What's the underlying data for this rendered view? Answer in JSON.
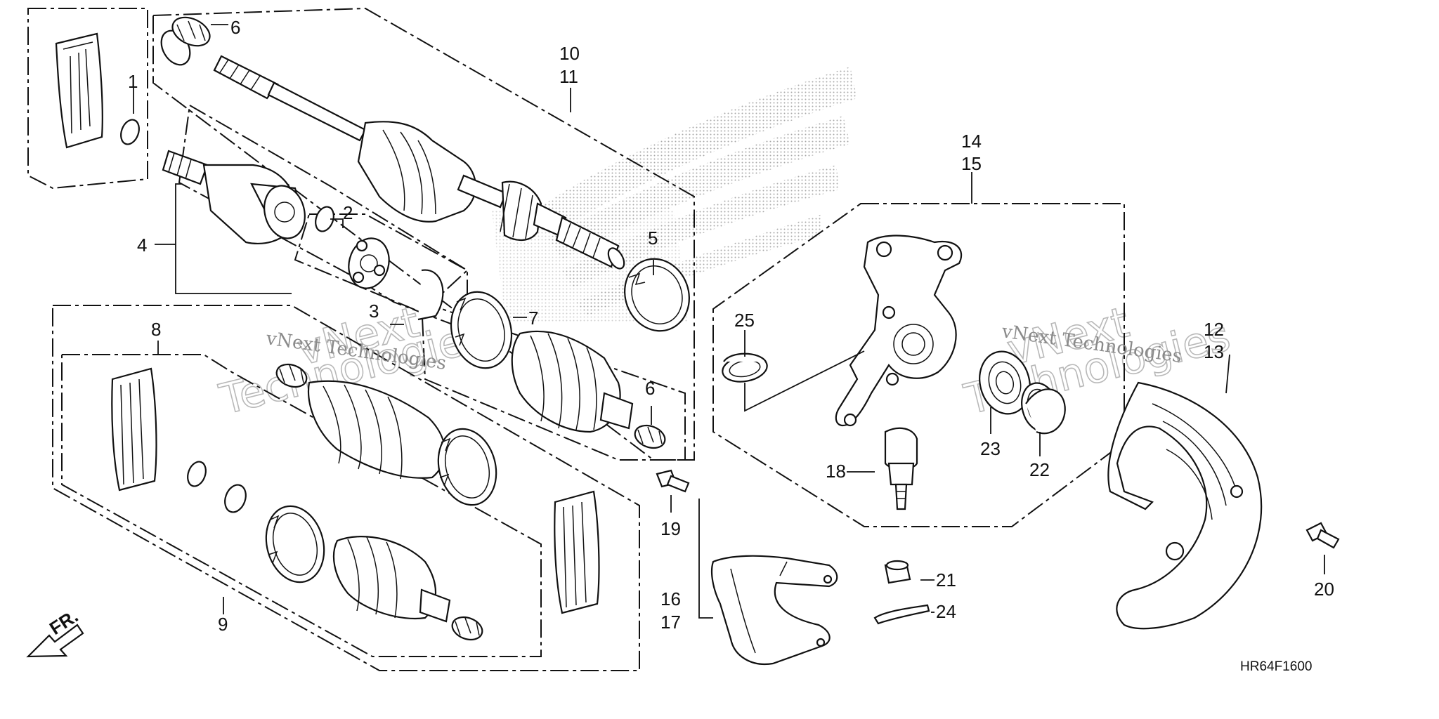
{
  "diagram": {
    "code": "HR64F1600",
    "front_marker": "FR."
  },
  "callouts": {
    "c1": "1",
    "c2": "2",
    "c3": "3",
    "c4": "4",
    "c5": "5",
    "c6a": "6",
    "c6b": "6",
    "c7": "7",
    "c8": "8",
    "c9": "9",
    "c10": "10",
    "c11": "11",
    "c12": "12",
    "c13": "13",
    "c14": "14",
    "c15": "15",
    "c16": "16",
    "c17": "17",
    "c18": "18",
    "c19": "19",
    "c20": "20",
    "c21": "21",
    "c22": "22",
    "c23": "23",
    "c24": "24",
    "c25": "25"
  },
  "watermarks": {
    "small_1": "vNext Technologies",
    "small_2": "vNext Technologies",
    "big_1a": "vNext",
    "big_1b": "Technologies",
    "big_2a": "vNext",
    "big_2b": "Technologies"
  },
  "colors": {
    "line": "#111111",
    "background": "#ffffff",
    "watermark": "#8a8a8a"
  }
}
